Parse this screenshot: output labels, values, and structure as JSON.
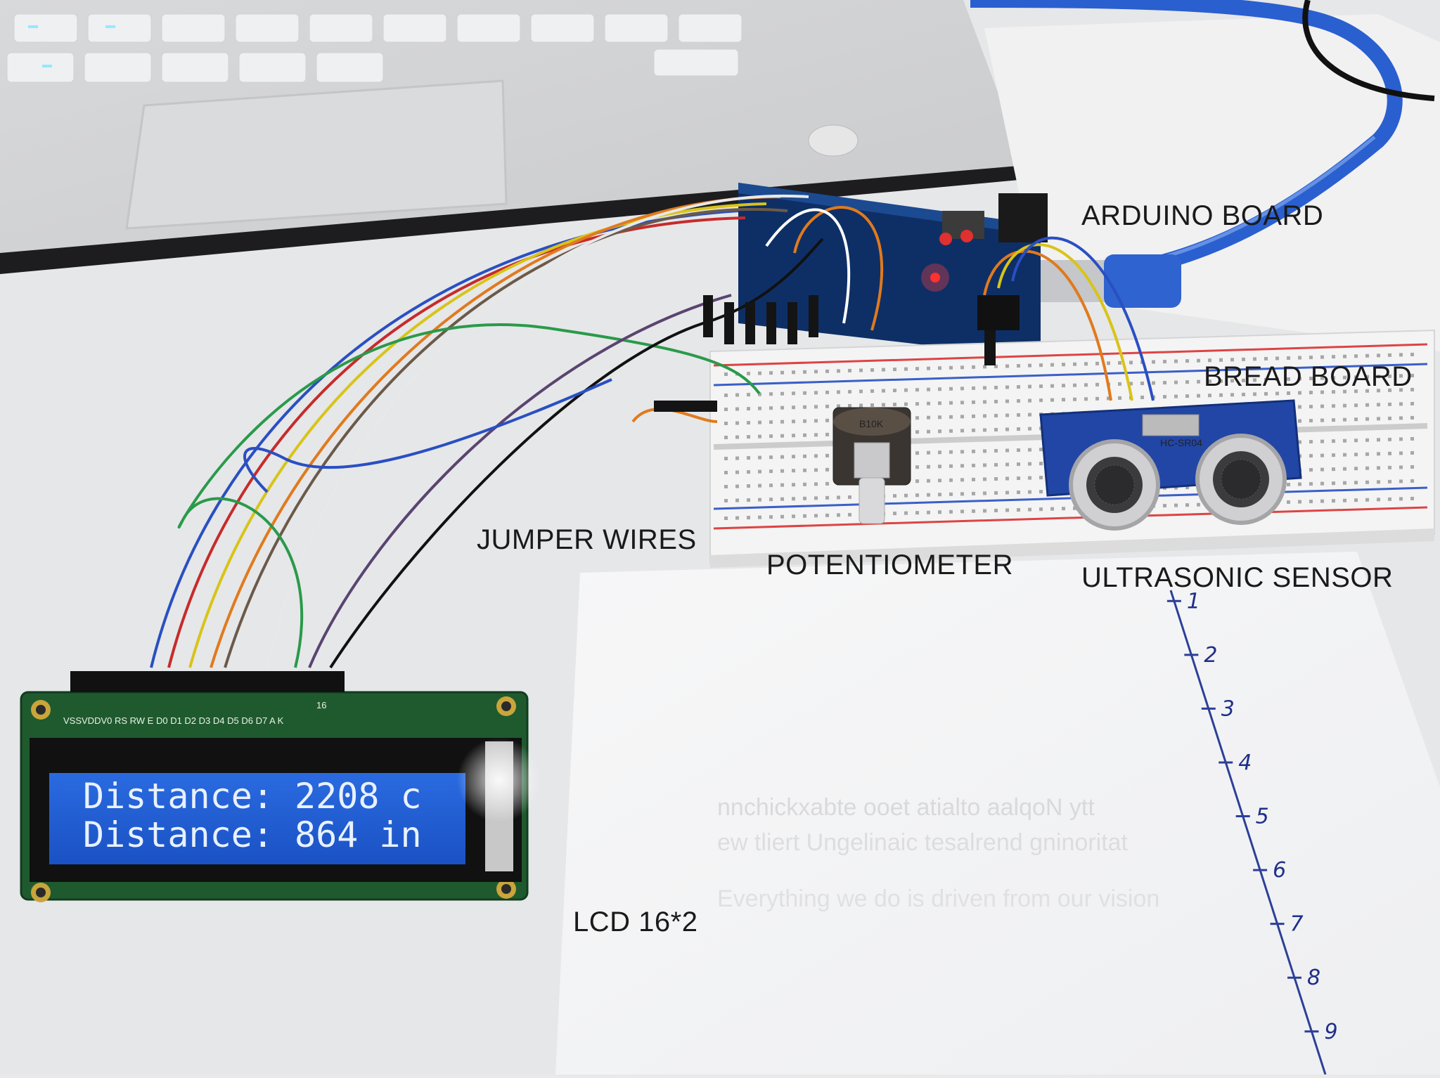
{
  "labels": {
    "arduino_board": "ARDUINO BOARD",
    "bread_board": "BREAD BOARD",
    "jumper_wires": "JUMPER WIRES",
    "potentiometer": "POTENTIOMETER",
    "ultrasonic_sensor": "ULTRASONIC SENSOR",
    "lcd": "LCD 16*2"
  },
  "lcd_display": {
    "line1": "Distance: 2208 c",
    "line2": "Distance: 864 in",
    "pin_labels": "VSSVDDV0 RS RW E  D0 D1 D2 D3 D4 D5 D6 D7 A  K",
    "pin_count": "16"
  },
  "potentiometer_marking": "B10K",
  "sensor_marking": "HC-SR04",
  "ruler_numbers": [
    "1",
    "2",
    "3",
    "4",
    "5",
    "6",
    "7",
    "8",
    "9"
  ],
  "colors": {
    "lcd_backlight": "#1f5fd6",
    "lcd_pcb": "#1f5a2e",
    "usb_cable": "#2a5fcf",
    "ruler_ink": "#1e2f8a",
    "board_led": "#ff2a2a"
  }
}
